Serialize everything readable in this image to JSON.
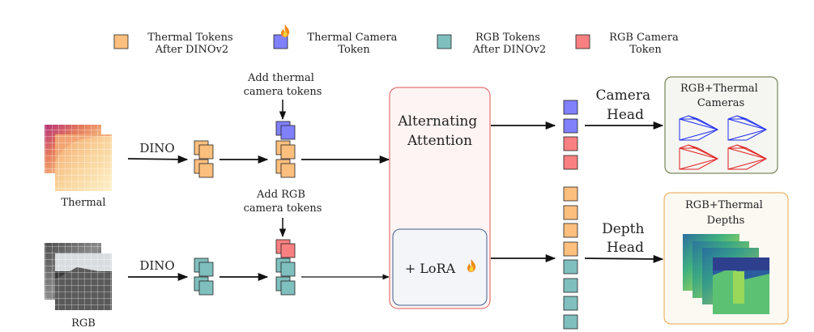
{
  "legend": {
    "thermal_tokens": [
      "Thermal Tokens",
      "After DINOv2"
    ],
    "thermal_camera_token": [
      "Thermal Camera",
      "Token"
    ],
    "rgb_tokens": [
      "RGB Tokens",
      "After DINOv2"
    ],
    "rgb_camera_token": [
      "RGB Camera",
      "Token"
    ]
  },
  "inputs": {
    "thermal_label": "Thermal",
    "rgb_label": "RGB",
    "dino_label": "DINO"
  },
  "annotations": {
    "add_thermal": [
      "Add thermal",
      "camera tokens"
    ],
    "add_rgb": [
      "Add RGB",
      "camera tokens"
    ]
  },
  "attention": {
    "title": [
      "Alternating",
      "Attention"
    ],
    "lora": "+ LoRA"
  },
  "heads": {
    "camera": [
      "Camera",
      "Head"
    ],
    "depth": [
      "Depth",
      "Head"
    ]
  },
  "outputs": {
    "cameras": [
      "RGB+Thermal",
      "Cameras"
    ],
    "depths": [
      "RGB+Thermal",
      "Depths"
    ]
  },
  "colors": {
    "thermal_token": "#fdbf7e",
    "thermal_camera": "#8080fb",
    "rgb_token": "#7fbfbe",
    "rgb_camera": "#f98081",
    "attention_border": "#e15555",
    "attention_fill": "#fdf4f3",
    "lora_border": "#42608f",
    "lora_fill": "#f3f5f9",
    "cameras_border": "#5d6e37",
    "cameras_fill": "#f5f5f2",
    "depths_border": "#e8a64a",
    "depths_fill": "#fcf8f2"
  },
  "icons": {
    "trainable": "fire-icon"
  }
}
